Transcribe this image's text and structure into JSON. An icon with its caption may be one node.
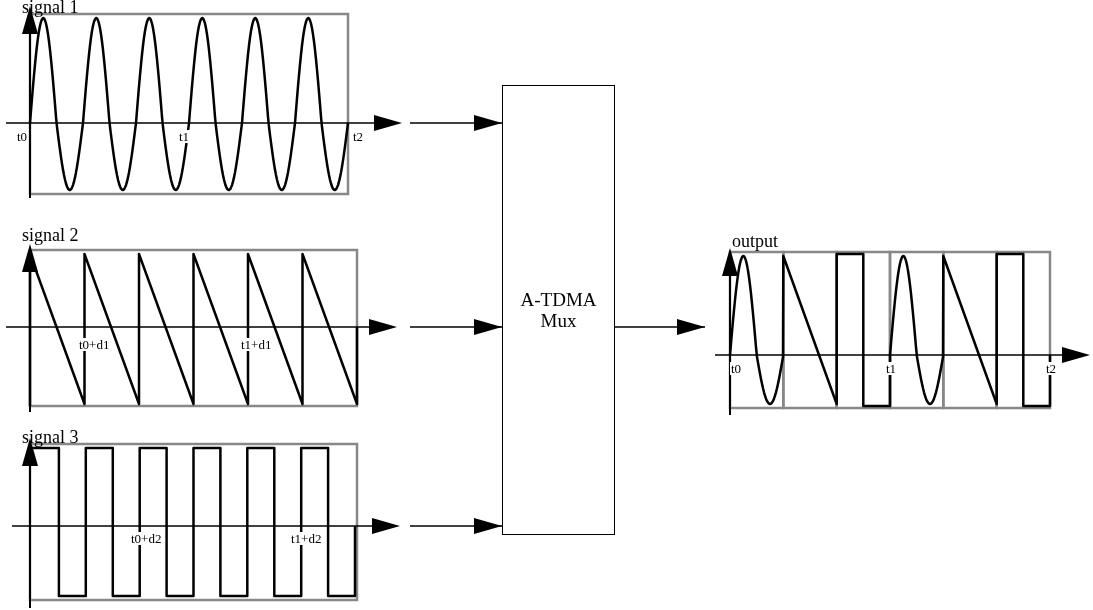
{
  "diagram": {
    "nodes": [
      {
        "text": [
          "signal 1"
        ]
      },
      {
        "text": [
          "signal 2"
        ]
      },
      {
        "text": [
          "signal 3"
        ]
      },
      {
        "text": [
          "A-TDMA Mux"
        ]
      },
      {
        "text": [
          "output"
        ]
      }
    ],
    "edges": [
      {
        "from": 0,
        "to": 3,
        "arrow": "to"
      },
      {
        "from": 1,
        "to": 3,
        "arrow": "to"
      },
      {
        "from": 2,
        "to": 3,
        "arrow": "to"
      },
      {
        "from": 3,
        "to": 4,
        "arrow": "to"
      }
    ],
    "labels": [
      "t0",
      "t1",
      "t2",
      "t0+d1",
      "t1+d1",
      "t0+d2",
      "t1+d2",
      "t0",
      "t1",
      "t2"
    ]
  }
}
